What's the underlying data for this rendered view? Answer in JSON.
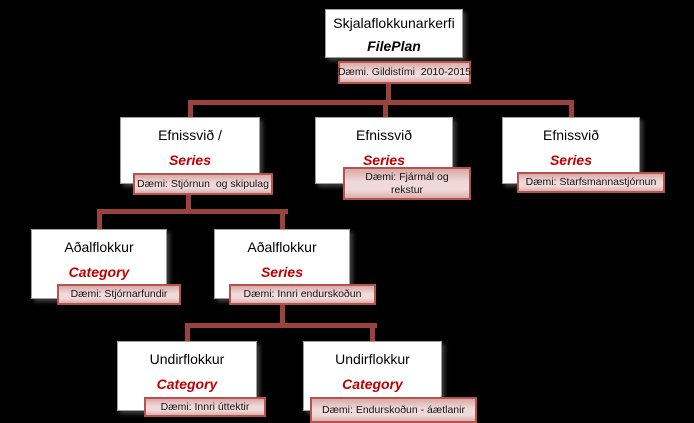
{
  "colors": {
    "background": "#000000",
    "connector": "#9a423e",
    "box_fill": "#ffffff",
    "box_border": "#9e9e9e",
    "label_fill": "#eed8d7",
    "label_border": "#b5534f",
    "type_red": "#c00000",
    "text": "#000000"
  },
  "nodes": {
    "fileplan": {
      "title": "Skjalaflokkunarkerfi",
      "type_label": "FilePlan",
      "example": "Dæmi. Gildistími  2010-2015"
    },
    "series1": {
      "title": "Efnissvið /",
      "type_label": "Series",
      "example": "Dæmi: Stjórnun  og skipulag"
    },
    "series2": {
      "title": "Efnissvið",
      "type_label": "Series",
      "example": "Dæmi: Fjármál og rekstur"
    },
    "series3": {
      "title": "Efnissvið",
      "type_label": "Series",
      "example": "Dæmi: Starfsmannastjórnun"
    },
    "category1": {
      "title": "Aðalflokkur",
      "type_label": "Category",
      "example": "Dæmi: Stjórnarfundir"
    },
    "category2": {
      "title": "Aðalflokkur",
      "type_label": "Series",
      "example": "Dæmi: Innri endurskoðun"
    },
    "sub1": {
      "title": "Undirflokkur",
      "type_label": "Category",
      "example": "Dæmi: Innri úttektir"
    },
    "sub2": {
      "title": "Undirflokkur",
      "type_label": "Category",
      "example": "Dæmi: Endurskoðun - áætlanir"
    }
  }
}
